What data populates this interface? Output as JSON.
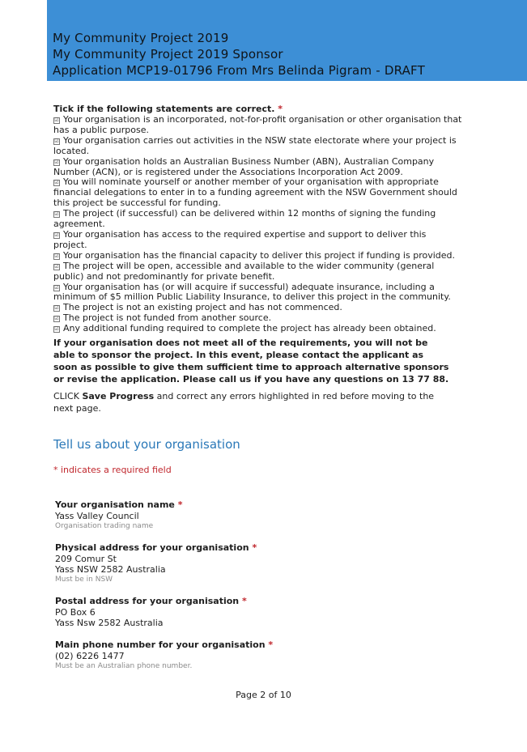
{
  "header": {
    "line1": "My Community Project 2019",
    "line2": "My Community Project 2019 Sponsor",
    "line3": "Application MCP19-01796 From Mrs Belinda Pigram -  DRAFT"
  },
  "tick_section": {
    "title": "Tick if the following statements are correct.",
    "required_marker": "*",
    "checkbox_glyph": "☑",
    "items": [
      "Your organisation is an incorporated, not-for-profit organisation or other organisation that has a public purpose.",
      "Your organisation carries out activities in the NSW state electorate where your project is located.",
      "Your organisation holds an Australian Business Number (ABN), Australian Company Number (ACN), or is registered under the Associations Incorporation Act 2009.",
      "You will nominate yourself or another member of your organisation with appropriate financial delegations to enter in to a funding agreement with the NSW Government should this project be successful for funding.",
      "The project (if successful) can be delivered within 12 months of signing the funding agreement.",
      "Your organisation has access to the required expertise and support to deliver this project.",
      "Your organisation has the financial capacity to deliver this project if funding is provided.",
      "The project will be open, accessible and available to the wider community (general public) and not predominantly for private benefit.",
      "Your organisation has (or will acquire if successful) adequate insurance, including a minimum of $5 million Public Liability Insurance, to deliver this project in the community.",
      "The project is not an existing project and has not commenced.",
      "The project is not funded from another source.",
      "Any additional funding required to complete the project has already been obtained."
    ]
  },
  "warning": "If your organisation does not meet all of the requirements, you will not be able to sponsor the project. In this event, please contact the applicant as soon as possible to give them sufficient time to approach alternative sponsors or revise the application. Please call us if you have any questions on 13 77 88.",
  "instruction": {
    "prefix": "CLICK ",
    "action": "Save Progress",
    "suffix": " and correct any errors highlighted in red before moving to the next page."
  },
  "organisation_section": {
    "title": "Tell us about your organisation",
    "required_note": "* indicates a required field",
    "fields": [
      {
        "label": "Your organisation name",
        "required": "*",
        "values": [
          "Yass Valley Council"
        ],
        "hint": "Organisation trading name"
      },
      {
        "label": "Physical address for your organisation",
        "required": "*",
        "values": [
          "209 Comur St",
          "Yass  NSW  2582  Australia"
        ],
        "hint": "Must be in NSW"
      },
      {
        "label": "Postal address for your organisation",
        "required": "*",
        "values": [
          "PO Box 6",
          "Yass  Nsw  2582  Australia"
        ],
        "hint": ""
      },
      {
        "label": "Main phone number for your organisation",
        "required": "*",
        "values": [
          "(02) 6226 1477"
        ],
        "hint": "Must be an Australian phone number."
      }
    ]
  },
  "footer": {
    "page": "Page 2 of 10"
  },
  "colors": {
    "header_bg": "#3d8fd6",
    "required_red": "#c0262c",
    "section_blue": "#2a78b8"
  }
}
